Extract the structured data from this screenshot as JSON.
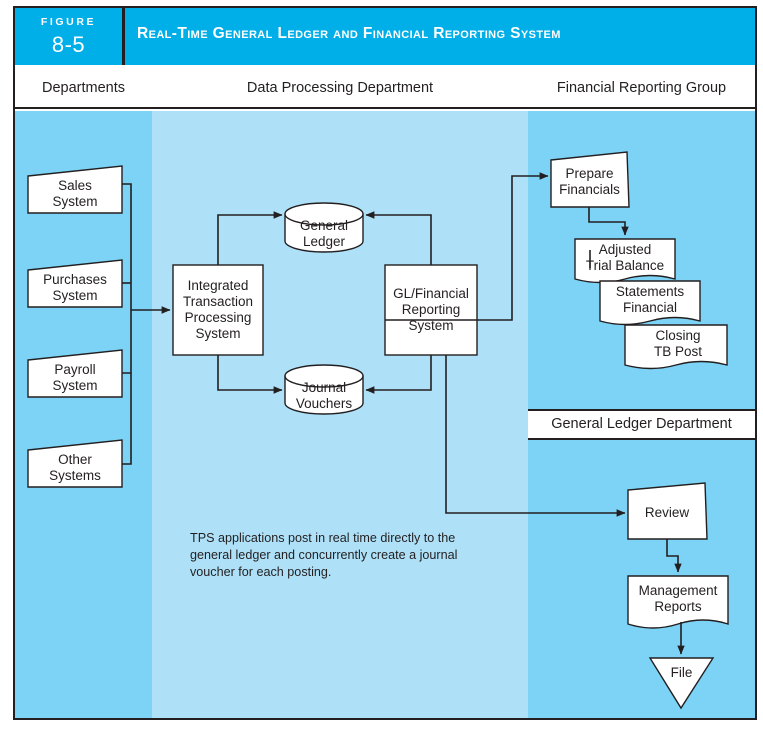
{
  "figure": {
    "word": "FIGURE",
    "number": "8-5",
    "title": "Real-Time General Ledger and Financial Reporting System"
  },
  "columns": [
    {
      "id": "departments",
      "label": "Departments"
    },
    {
      "id": "data-processing",
      "label": "Data Processing Department"
    },
    {
      "id": "financial-reporting",
      "label": "Financial Reporting Group"
    }
  ],
  "subheader": {
    "label": "General Ledger Department"
  },
  "nodes": {
    "sales_system": {
      "label": "Sales\nSystem",
      "line1": "Sales",
      "line2": "System",
      "shape": "skewed-box"
    },
    "purchases_system": {
      "label": "Purchases System",
      "line1": "Purchases",
      "line2": "System",
      "shape": "skewed-box"
    },
    "payroll_system": {
      "label": "Payroll System",
      "line1": "Payroll",
      "line2": "System",
      "shape": "skewed-box"
    },
    "other_systems": {
      "label": "Other Systems",
      "line1": "Other",
      "line2": "Systems",
      "shape": "skewed-box"
    },
    "itps": {
      "label": "Integrated Transaction Processing System",
      "line1": "Integrated",
      "line2": "Transaction",
      "line3": "Processing",
      "line4": "System",
      "shape": "rectangle"
    },
    "general_ledger": {
      "label": "General Ledger",
      "line1": "General",
      "line2": "Ledger",
      "shape": "cylinder"
    },
    "journal_vouchers": {
      "label": "Journal Vouchers",
      "line1": "Journal",
      "line2": "Vouchers",
      "shape": "cylinder"
    },
    "gl_financial": {
      "label": "GL/Financial Reporting System",
      "line1": "GL/Financial",
      "line2": "Reporting",
      "line3": "System",
      "shape": "rectangle"
    },
    "prepare_financials": {
      "label": "Prepare Financials",
      "line1": "Prepare",
      "line2": "Financials",
      "shape": "skewed-box"
    },
    "adjusted_trial_balance": {
      "label": "Adjusted Trial Balance",
      "line1": "Adjusted",
      "line2": "Trial Balance",
      "shape": "document"
    },
    "statements_financial": {
      "label": "Statements Financial",
      "line1": "Statements",
      "line2": "Financial",
      "shape": "document"
    },
    "closing_tb_post": {
      "label": "Closing TB Post",
      "line1": "Closing",
      "line2": "TB Post",
      "shape": "document"
    },
    "review": {
      "label": "Review",
      "line1": "Review",
      "shape": "skewed-box"
    },
    "management_reports": {
      "label": "Management Reports",
      "line1": "Management",
      "line2": "Reports",
      "shape": "document"
    },
    "file": {
      "label": "File",
      "line1": "File",
      "shape": "triangle"
    }
  },
  "note": {
    "text": "TPS applications post in real time directly to the general ledger and concurrently create a journal voucher for each posting."
  },
  "colors": {
    "header_bar": "#00AEE8",
    "band_outer": "#7CD3F5",
    "band_middle": "#AEE1F8",
    "ink": "#231f20",
    "node_fill": "#ffffff"
  }
}
